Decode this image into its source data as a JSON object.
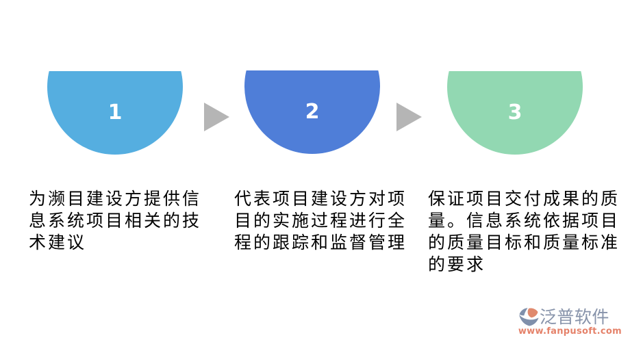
{
  "background_color": "#FFFFFF",
  "text_color": "#000000",
  "steps": [
    {
      "number": "1",
      "shape_color": "#55AEE0",
      "number_color": "#FFFFFF",
      "lines": [
        "为濒目建设方提供信",
        "息系统项目相关的技",
        "术建议"
      ],
      "text": "为濒目建设方提供信息系统项目相关的技术建议"
    },
    {
      "number": "2",
      "shape_color": "#4F7ED8",
      "number_color": "#FFFFFF",
      "lines": [
        "代表项目建设方对项",
        "目的实施过程进行全",
        "程的跟踪和监督管理"
      ],
      "text": "代表项目建设方对项目的实施过程进行全程的跟踪和监督管理"
    },
    {
      "number": "3",
      "shape_color": "#92D8B2",
      "number_color": "#FFFFFF",
      "lines": [
        "保证项目交付成果的质",
        "量。信息系统依据项目",
        "的质量目标和质量标准",
        "的要求"
      ],
      "text": "保证项目交付成果的质量。信息系统依据项目的质量目标和质量标准的要求"
    }
  ],
  "arrows": {
    "color": "#B5B5B5",
    "direction": "right",
    "count": 2
  },
  "logo": {
    "icon": "fanpu-logo-icon",
    "brand": "泛普软件",
    "brand_color": "#8793AA",
    "url": "www.fanpusoft.com",
    "url_color": "#E5826A",
    "icon_colors": {
      "slate": "#8090AB",
      "salmon": "#E08A6E"
    }
  }
}
